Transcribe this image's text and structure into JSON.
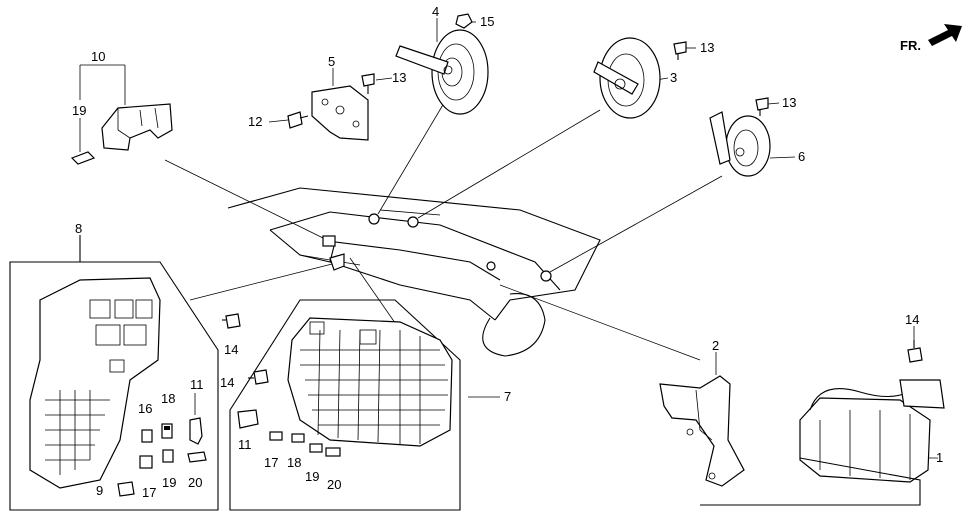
{
  "direction": {
    "label": "FR.",
    "icon": "front-arrow-icon"
  },
  "labels": {
    "l1": "1",
    "l2": "2",
    "l3": "3",
    "l4": "4",
    "l5": "5",
    "l6": "6",
    "l7": "7",
    "l8": "8",
    "l9": "9",
    "l10": "10",
    "l11a": "11",
    "l11b": "11",
    "l12": "12",
    "l13a": "13",
    "l13b": "13",
    "l13c": "13",
    "l14a": "14",
    "l14b": "14",
    "l14c": "14",
    "l15": "15",
    "l16": "16",
    "l17a": "17",
    "l17b": "17",
    "l18a": "18",
    "l18b": "18",
    "l19a": "19",
    "l19b": "19",
    "l19c": "19",
    "l20a": "20",
    "l20b": "20"
  }
}
